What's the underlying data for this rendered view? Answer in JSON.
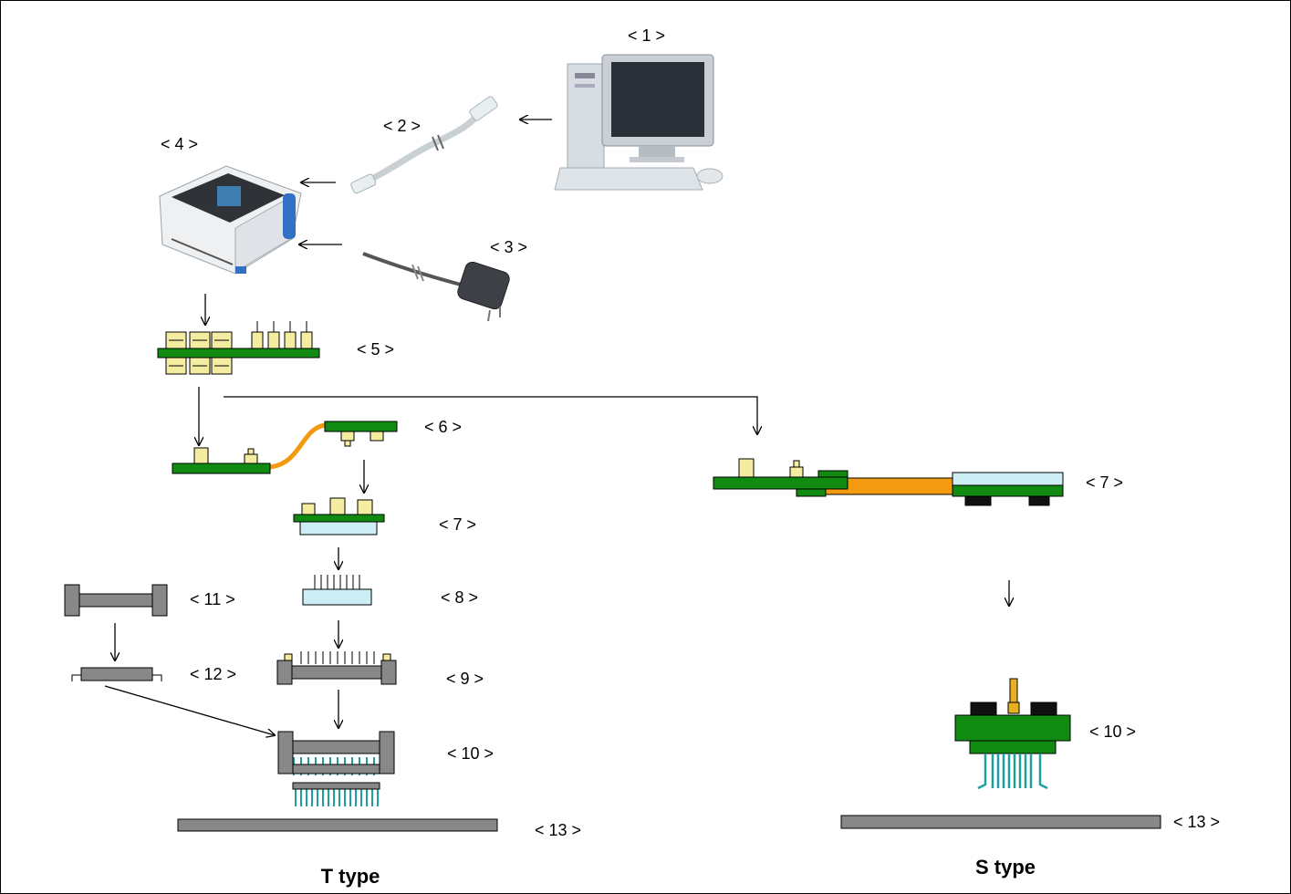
{
  "labels": {
    "n1": "< 1 >",
    "n2": "< 2 >",
    "n3": "< 3 >",
    "n4": "< 4 >",
    "n5": "< 5 >",
    "n6": "< 6 >",
    "n7t": "< 7 >",
    "n8": "< 8 >",
    "n9": "< 9 >",
    "n10t": "< 10 >",
    "n11": "< 11 >",
    "n12": "< 12 >",
    "n13t": "< 13 >",
    "n7s": "< 7 >",
    "n10s": "< 10 >",
    "n13s": "< 13 >"
  },
  "captions": {
    "t_type": "T type",
    "s_type": "S type"
  },
  "icons": {
    "pc": "desktop-computer-icon",
    "usb": "usb-cable-icon",
    "ac": "ac-adapter-icon",
    "emulator": "emulator-unit-icon"
  },
  "colors": {
    "pcb_green": "#108a10",
    "pad_yellow": "#f4eca0",
    "flex_orange": "#f39a10",
    "socket_gray": "#888888",
    "light_blue": "#cdeef4",
    "pin_teal": "#1f9f9f"
  }
}
